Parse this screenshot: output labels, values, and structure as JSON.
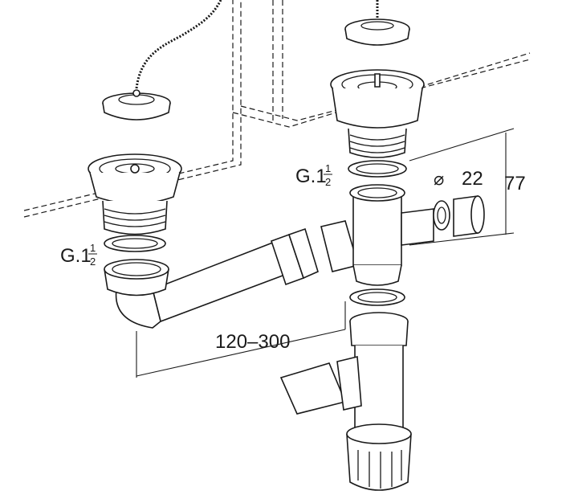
{
  "labels": {
    "thread_top": {
      "prefix": "G.1",
      "num": "1",
      "den": "2"
    },
    "thread_left": {
      "prefix": "G.1",
      "num": "1",
      "den": "2"
    },
    "diameter": {
      "symbol": "⌀",
      "value": "22"
    },
    "height": "77",
    "length": "120–300"
  }
}
